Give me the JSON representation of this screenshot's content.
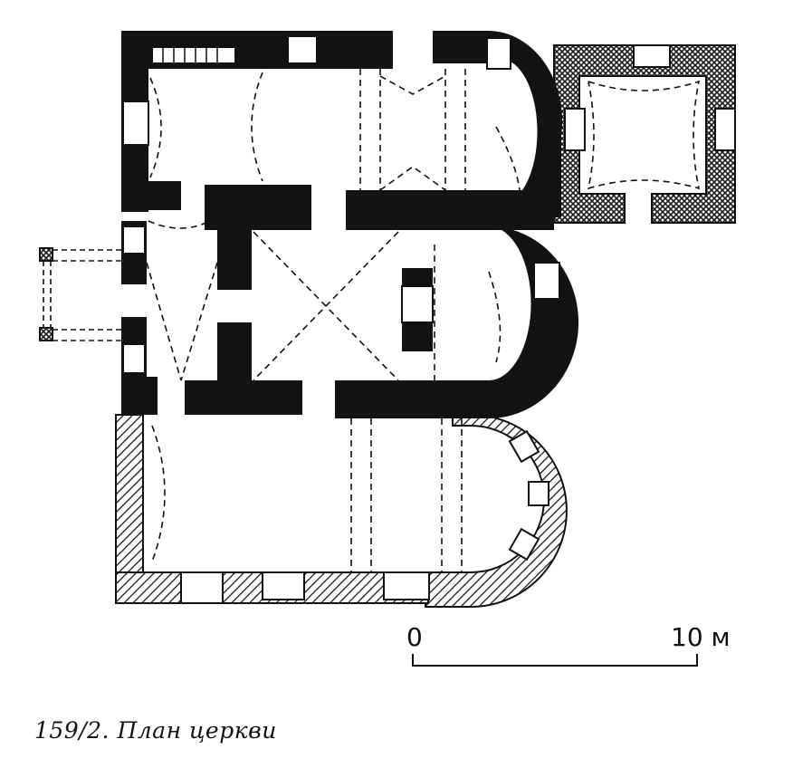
{
  "scale": {
    "start_label": "0",
    "end_label": "10 м"
  },
  "caption": "159/2. План церкви",
  "colors": {
    "wall_dark": "#121212",
    "paper": "#ffffff",
    "hatch_line": "#1a1a1a"
  },
  "legend_fills": [
    "solid",
    "hatched",
    "cross-hatched"
  ]
}
